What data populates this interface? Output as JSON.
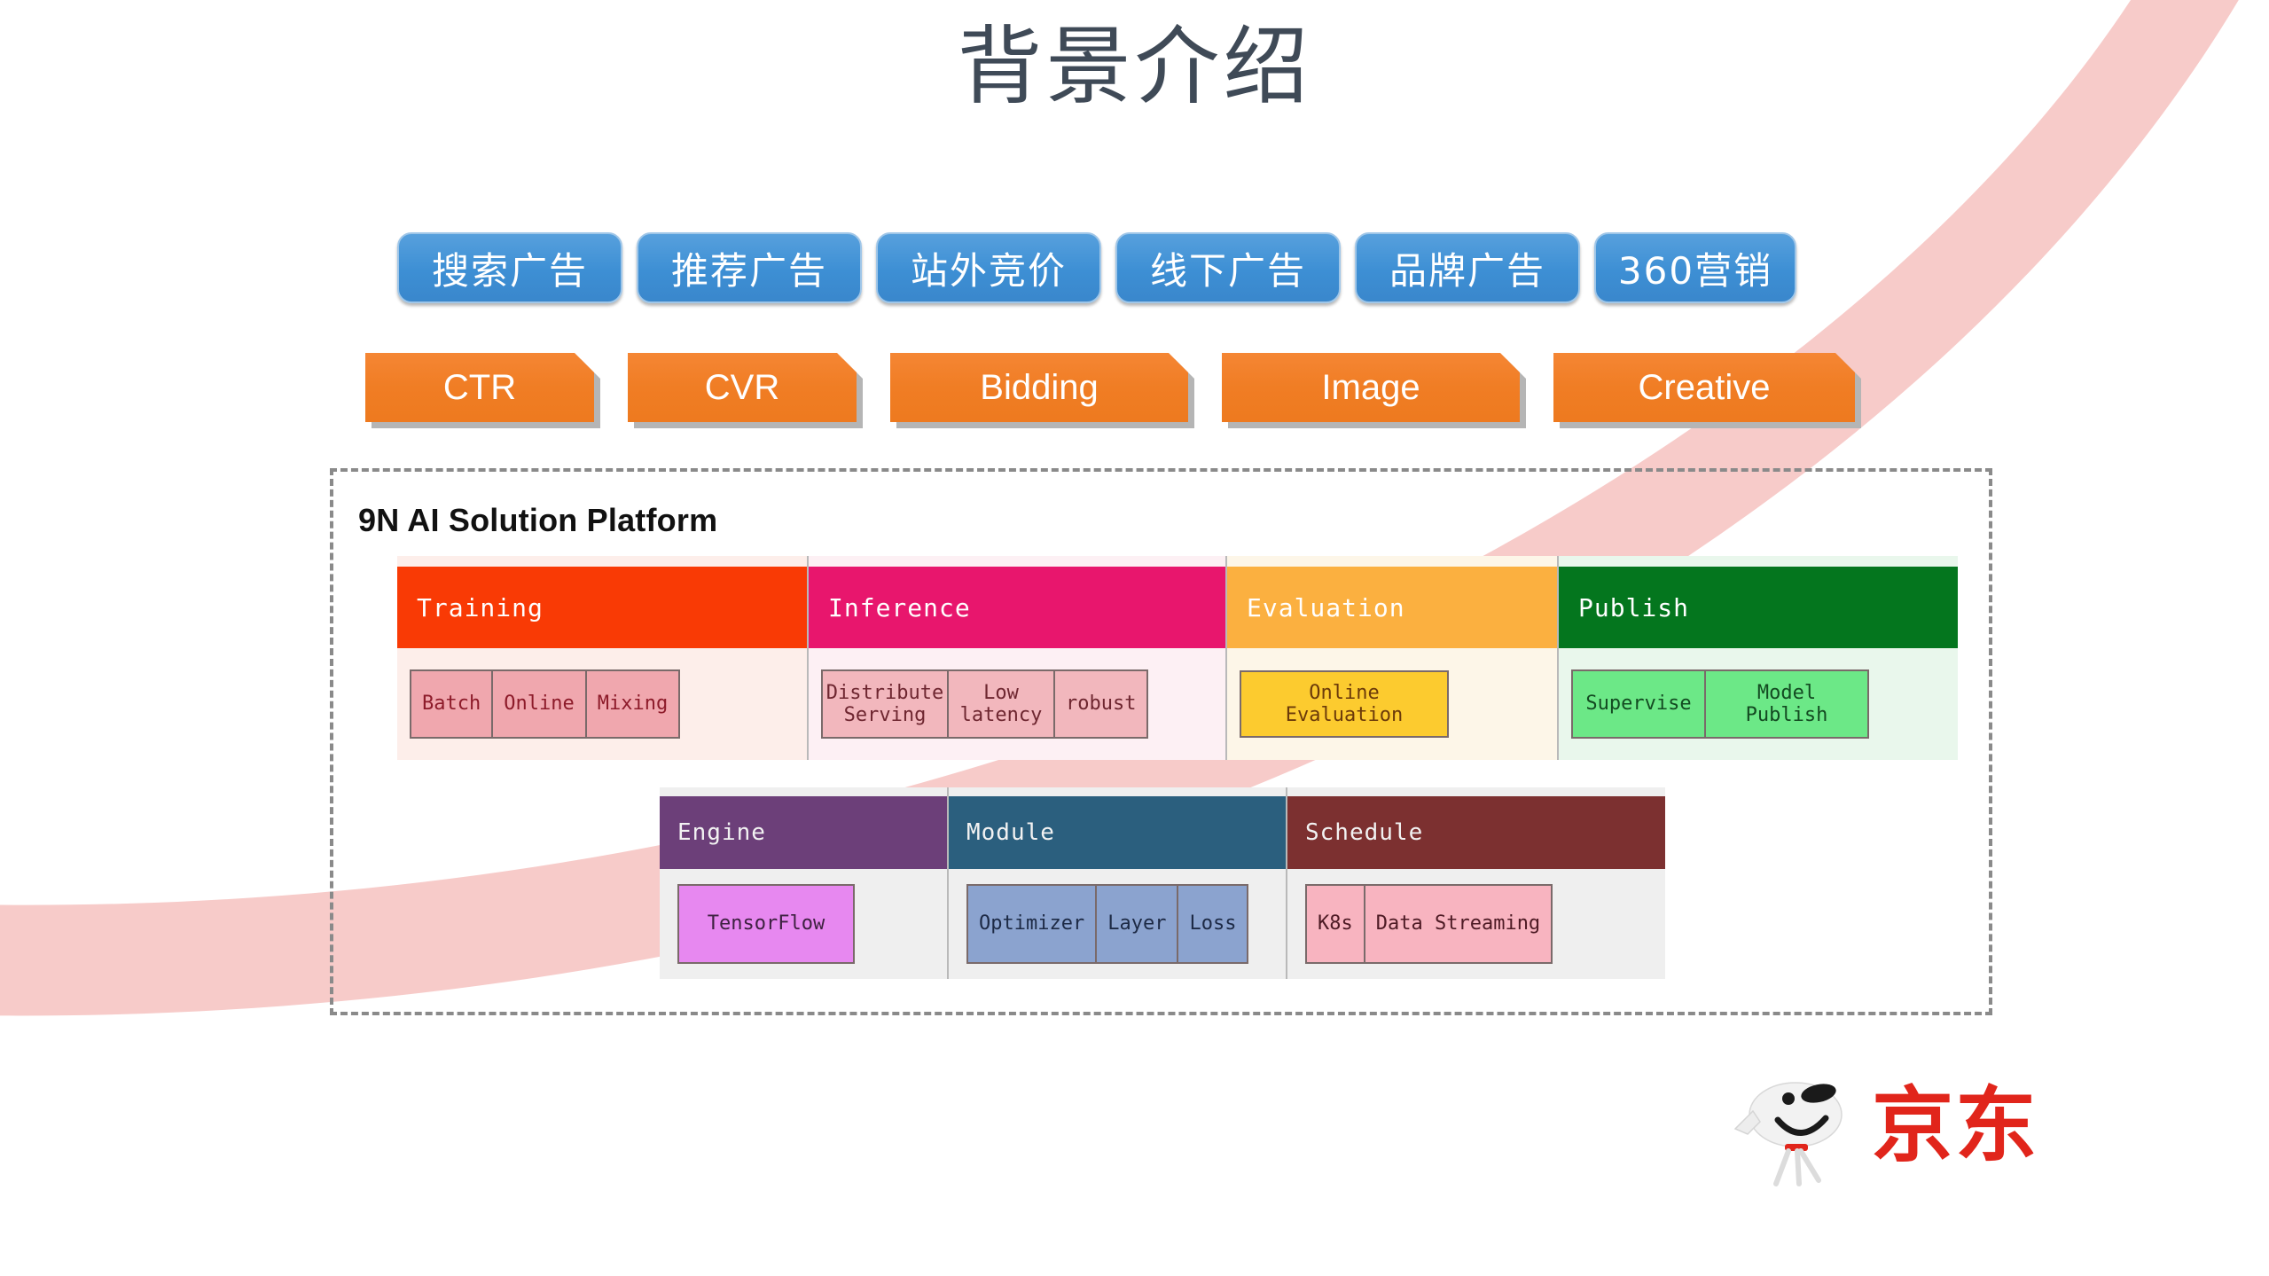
{
  "slide": {
    "title": "背景介绍",
    "title_color": "#3f4a57"
  },
  "channels": {
    "items": [
      {
        "label": "搜索广告"
      },
      {
        "label": "推荐广告"
      },
      {
        "label": "站外竞价"
      },
      {
        "label": "线下广告"
      },
      {
        "label": "品牌广告"
      },
      {
        "label": "360营销"
      }
    ],
    "color": "#3d8fd4"
  },
  "capabilities": {
    "items": [
      {
        "label": "CTR"
      },
      {
        "label": "CVR"
      },
      {
        "label": "Bidding"
      },
      {
        "label": "Image"
      },
      {
        "label": "Creative"
      }
    ],
    "color": "#f07d24"
  },
  "platform": {
    "title": "9N AI Solution Platform",
    "upper_columns": [
      {
        "header": "Training",
        "header_bg": "#f93a05",
        "panel_bg": "#fdeeea",
        "chip_bg": "#f0a7ae",
        "chip_text": "#8d1b2a",
        "chips": [
          {
            "label": "Batch"
          },
          {
            "label": "Online"
          },
          {
            "label": "Mixing"
          }
        ]
      },
      {
        "header": "Inference",
        "header_bg": "#e8166d",
        "panel_bg": "#fdf0f4",
        "chip_bg": "#f2b7bd",
        "chip_text": "#6e2630",
        "chips": [
          {
            "label": "Distribute Serving"
          },
          {
            "label": "Low latency"
          },
          {
            "label": "robust"
          }
        ]
      },
      {
        "header": "Evaluation",
        "header_bg": "#fbb040",
        "panel_bg": "#fdf6e8",
        "chip_bg": "#fccb2f",
        "chip_text": "#6b3a0a",
        "chips": [
          {
            "label": "Online Evaluation"
          }
        ]
      },
      {
        "header": "Publish",
        "header_bg": "#04761e",
        "panel_bg": "#e9f7ec",
        "chip_bg": "#6ce887",
        "chip_text": "#134a21",
        "chips": [
          {
            "label": "Supervise"
          },
          {
            "label": "Model Publish"
          }
        ]
      }
    ],
    "lower_columns": [
      {
        "header": "Engine",
        "header_bg": "#6c3f79",
        "panel_bg": "#efefef",
        "chip_bg": "#e788f0",
        "chip_text": "#3d2140",
        "chips": [
          {
            "label": "TensorFlow"
          }
        ]
      },
      {
        "header": "Module",
        "header_bg": "#2b5f7e",
        "panel_bg": "#efefef",
        "chip_bg": "#8ba3cf",
        "chip_text": "#1d2a45",
        "chips": [
          {
            "label": "Optimizer"
          },
          {
            "label": "Layer"
          },
          {
            "label": "Loss"
          }
        ]
      },
      {
        "header": "Schedule",
        "header_bg": "#7c3030",
        "panel_bg": "#efefef",
        "chip_bg": "#f8b4c0",
        "chip_text": "#4d1a24",
        "chips": [
          {
            "label": "K8s"
          },
          {
            "label": "Data Streaming"
          }
        ]
      }
    ]
  },
  "brand": {
    "name": "京东",
    "color": "#e1251b",
    "mascot": "joy-dog-mascot"
  },
  "decor": {
    "swoosh_color": "#f7cbc9"
  }
}
